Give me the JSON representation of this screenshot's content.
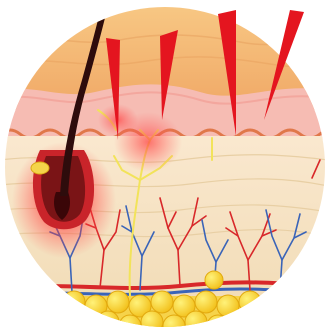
{
  "illustration": {
    "subject": "skin-cross-section",
    "elements": [
      "epidermis-layer",
      "dermis-layer",
      "subcutaneous-fat-layer",
      "hair-follicle",
      "hair-shaft",
      "blood-vessels",
      "nerve-fibers",
      "pain-spikes",
      "inflammation-glow"
    ],
    "spike_count": 4,
    "colors": {
      "background": "#ffffff",
      "surface": "#f7c37e",
      "epidermis": "#f5b9b2",
      "basal_line": "#e0784a",
      "dermis": "#f6e3c7",
      "fat": "#f7cf2e",
      "artery": "#d8282a",
      "vein": "#3a64b8",
      "nerve": "#f2e35a",
      "follicle": "#7a1416",
      "spike": "#e4151f",
      "glow": "#ff2a2a"
    }
  }
}
